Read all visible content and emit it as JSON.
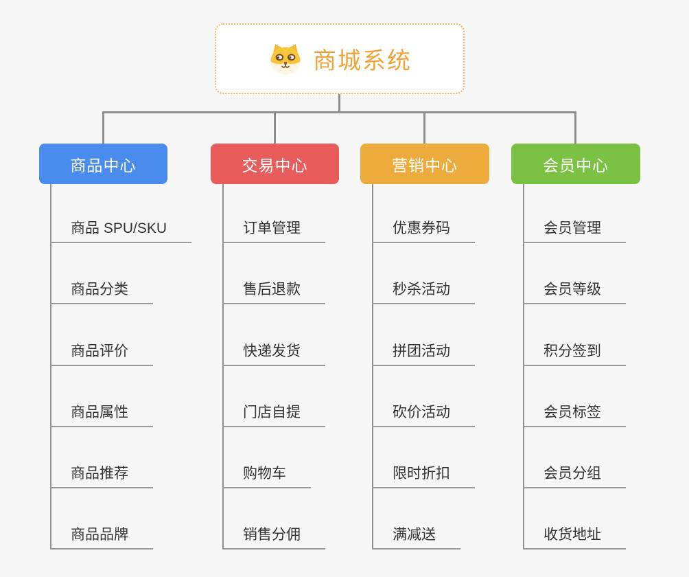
{
  "root": {
    "title": "商城系统",
    "icon": "dog-face-icon"
  },
  "branches": [
    {
      "label": "商品中心",
      "color": "#4a8cee",
      "items": [
        "商品 SPU/SKU",
        "商品分类",
        "商品评价",
        "商品属性",
        "商品推荐",
        "商品品牌"
      ]
    },
    {
      "label": "交易中心",
      "color": "#e95c5c",
      "items": [
        "订单管理",
        "售后退款",
        "快递发货",
        "门店自提",
        "购物车",
        "销售分佣"
      ]
    },
    {
      "label": "营销中心",
      "color": "#ecab3c",
      "items": [
        "优惠券码",
        "秒杀活动",
        "拼团活动",
        "砍价活动",
        "限时折扣",
        "满减送"
      ]
    },
    {
      "label": "会员中心",
      "color": "#7bc144",
      "items": [
        "会员管理",
        "会员等级",
        "积分签到",
        "会员标签",
        "会员分组",
        "收货地址"
      ]
    }
  ],
  "colors": {
    "background": "#f7f7f7",
    "connector": "#8f8f8f",
    "item_underline": "#9a9a9a",
    "item_text": "#333333",
    "root_text": "#f0a53c",
    "root_border": "#f2b45e",
    "root_background": "#ffffff"
  }
}
